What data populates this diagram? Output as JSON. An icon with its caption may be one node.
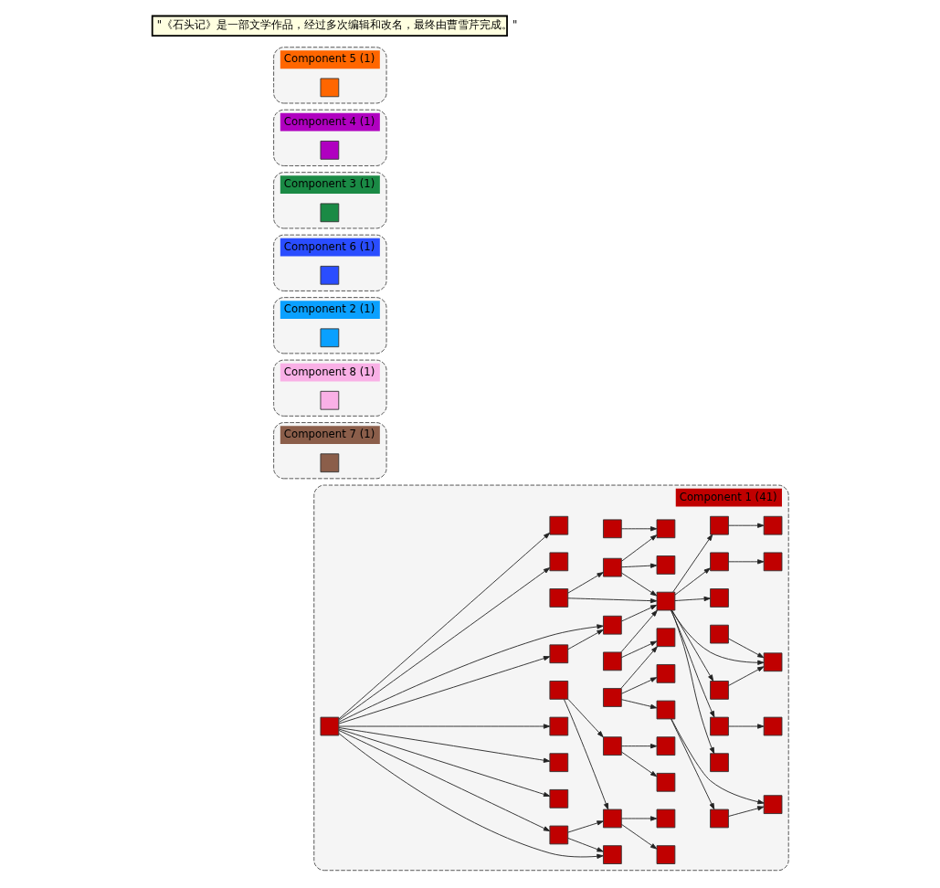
{
  "diagram": {
    "nodes": [
      {
        "text": [
          "Component 1 (41)"
        ]
      },
      {
        "text": [],
        "shape": "box",
        "in": 0
      },
      {
        "text": [],
        "shape": "box",
        "in": 0
      },
      {
        "text": [],
        "shape": "box",
        "in": 0
      },
      {
        "text": [],
        "shape": "box",
        "in": 0
      },
      {
        "text": [],
        "shape": "box",
        "in": 0
      },
      {
        "text": [],
        "shape": "box",
        "in": 0
      },
      {
        "text": [],
        "shape": "box",
        "in": 0
      },
      {
        "text": [],
        "shape": "box",
        "in": 0
      },
      {
        "text": [],
        "shape": "box",
        "in": 0
      },
      {
        "text": [],
        "shape": "box",
        "in": 0
      },
      {
        "text": [],
        "shape": "box",
        "in": 0
      },
      {
        "text": [],
        "shape": "box",
        "in": 0
      },
      {
        "text": [],
        "shape": "box",
        "in": 0
      },
      {
        "text": [],
        "shape": "box",
        "in": 0
      },
      {
        "text": [],
        "shape": "box",
        "in": 0
      },
      {
        "text": [],
        "shape": "box",
        "in": 0
      },
      {
        "text": [],
        "shape": "box",
        "in": 0
      },
      {
        "text": [],
        "shape": "box",
        "in": 0
      },
      {
        "text": [],
        "shape": "box",
        "in": 0
      },
      {
        "text": [],
        "shape": "box",
        "in": 0
      },
      {
        "text": [],
        "shape": "box",
        "in": 0
      },
      {
        "text": [],
        "shape": "box",
        "in": 0
      },
      {
        "text": [],
        "shape": "box",
        "in": 0
      },
      {
        "text": [],
        "shape": "box",
        "in": 0
      },
      {
        "text": [],
        "shape": "box",
        "in": 0
      },
      {
        "text": [],
        "shape": "box",
        "in": 0
      },
      {
        "text": [],
        "shape": "box",
        "in": 0
      },
      {
        "text": [],
        "shape": "box",
        "in": 0
      },
      {
        "text": [],
        "shape": "box",
        "in": 0
      },
      {
        "text": [],
        "shape": "box",
        "in": 0
      },
      {
        "text": [],
        "shape": "box",
        "in": 0
      },
      {
        "text": [],
        "shape": "box",
        "in": 0
      },
      {
        "text": [],
        "shape": "box",
        "in": 0
      },
      {
        "text": [],
        "shape": "box",
        "in": 0
      },
      {
        "text": [],
        "shape": "box",
        "in": 0
      },
      {
        "text": [],
        "shape": "box",
        "in": 0
      },
      {
        "text": [],
        "shape": "box",
        "in": 0
      },
      {
        "text": [],
        "shape": "box",
        "in": 0
      },
      {
        "text": [],
        "shape": "box",
        "in": 0
      },
      {
        "text": [],
        "shape": "box",
        "in": 0
      },
      {
        "text": [],
        "shape": "box",
        "in": 0
      },
      {
        "text": [
          "Component 7 (1)"
        ]
      },
      {
        "text": [],
        "shape": "box",
        "in": 42
      },
      {
        "text": [
          "Component 8 (1)"
        ]
      },
      {
        "text": [],
        "shape": "box",
        "in": 44
      },
      {
        "text": [
          "Component 2 (1)"
        ]
      },
      {
        "text": [],
        "shape": "box",
        "in": 46
      },
      {
        "text": [
          "Component 6 (1)"
        ]
      },
      {
        "text": [],
        "shape": "box",
        "in": 48
      },
      {
        "text": [
          "Component 3 (1)"
        ]
      },
      {
        "text": [],
        "shape": "box",
        "in": 50
      },
      {
        "text": [
          "Component 4 (1)"
        ]
      },
      {
        "text": [],
        "shape": "box",
        "in": 52
      },
      {
        "text": [
          "Component 5 (1)"
        ]
      },
      {
        "text": [],
        "shape": "box",
        "in": 54
      }
    ],
    "edges": [
      {
        "from": 1,
        "to": 2,
        "arrow": "to"
      },
      {
        "from": 5,
        "to": 2,
        "arrow": "to"
      },
      {
        "from": 5,
        "to": 6,
        "arrow": "to"
      },
      {
        "from": 10,
        "to": 5,
        "arrow": "to"
      },
      {
        "from": 10,
        "to": 15,
        "arrow": "to"
      },
      {
        "from": 5,
        "to": 15,
        "arrow": "to"
      },
      {
        "from": 8,
        "to": 3,
        "arrow": "to"
      },
      {
        "from": 9,
        "to": 4,
        "arrow": "to"
      },
      {
        "from": 15,
        "to": 9,
        "arrow": "to"
      },
      {
        "from": 15,
        "to": 8,
        "arrow": "to"
      },
      {
        "from": 7,
        "to": 11,
        "arrow": "to"
      },
      {
        "from": 15,
        "to": 11,
        "arrow": "to"
      },
      {
        "from": 13,
        "to": 12,
        "arrow": "to"
      },
      {
        "from": 15,
        "to": 13,
        "arrow": "to"
      },
      {
        "from": 16,
        "to": 11,
        "arrow": "to"
      },
      {
        "from": 15,
        "to": 16,
        "arrow": "to"
      },
      {
        "from": 15,
        "to": 14,
        "arrow": "to"
      },
      {
        "from": 18,
        "to": 15,
        "arrow": "to"
      },
      {
        "from": 18,
        "to": 19,
        "arrow": "to"
      },
      {
        "from": 15,
        "to": 20,
        "arrow": "to"
      },
      {
        "from": 23,
        "to": 15,
        "arrow": "to"
      },
      {
        "from": 22,
        "to": 19,
        "arrow": "to"
      },
      {
        "from": 22,
        "to": 21,
        "arrow": "to"
      },
      {
        "from": 22,
        "to": 25,
        "arrow": "to"
      },
      {
        "from": 21,
        "to": 17,
        "arrow": "to"
      },
      {
        "from": 21,
        "to": 24,
        "arrow": "to"
      },
      {
        "from": 24,
        "to": 17,
        "arrow": "to"
      },
      {
        "from": 35,
        "to": 23,
        "arrow": "to"
      },
      {
        "from": 36,
        "to": 23,
        "arrow": "to"
      },
      {
        "from": 35,
        "to": 27,
        "arrow": "to"
      },
      {
        "from": 35,
        "to": 26,
        "arrow": "to"
      },
      {
        "from": 35,
        "to": 30,
        "arrow": "to"
      },
      {
        "from": 35,
        "to": 34,
        "arrow": "to"
      },
      {
        "from": 35,
        "to": 36,
        "arrow": "to"
      },
      {
        "from": 35,
        "to": 39,
        "arrow": "to"
      },
      {
        "from": 35,
        "to": 41,
        "arrow": "to"
      },
      {
        "from": 35,
        "to": 40,
        "arrow": "to"
      },
      {
        "from": 34,
        "to": 41,
        "arrow": "to"
      },
      {
        "from": 34,
        "to": 33,
        "arrow": "to"
      },
      {
        "from": 33,
        "to": 28,
        "arrow": "to"
      },
      {
        "from": 33,
        "to": 38,
        "arrow": "to"
      },
      {
        "from": 32,
        "to": 33,
        "arrow": "to"
      },
      {
        "from": 32,
        "to": 31,
        "arrow": "to"
      },
      {
        "from": 31,
        "to": 29,
        "arrow": "to"
      },
      {
        "from": 31,
        "to": 37,
        "arrow": "to"
      }
    ],
    "labels": [
      "\"《石头记》是一部文学作品，经过多次编辑和改名，最终由曹雪芹完成。\""
    ]
  }
}
